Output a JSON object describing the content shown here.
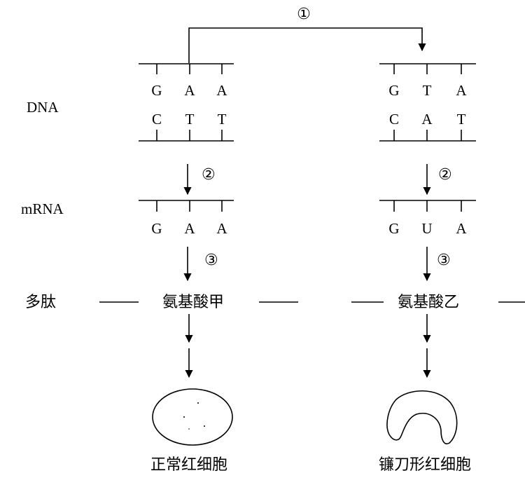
{
  "labels": {
    "step1": "①",
    "step2": "②",
    "step3": "③",
    "dna": "DNA",
    "mrna": "mRNA",
    "polypeptide": "多肽",
    "amino_acid_left": "氨基酸甲",
    "amino_acid_right": "氨基酸乙",
    "cell_left": "正常红细胞",
    "cell_right": "镰刀形红细胞"
  },
  "dna_left": {
    "top": [
      "G",
      "A",
      "A"
    ],
    "bottom": [
      "C",
      "T",
      "T"
    ]
  },
  "dna_right": {
    "top": [
      "G",
      "T",
      "A"
    ],
    "bottom": [
      "C",
      "A",
      "T"
    ]
  },
  "mrna_left": [
    "G",
    "A",
    "A"
  ],
  "mrna_right": [
    "G",
    "U",
    "A"
  ],
  "colors": {
    "ink": "#000000",
    "background": "#ffffff"
  }
}
